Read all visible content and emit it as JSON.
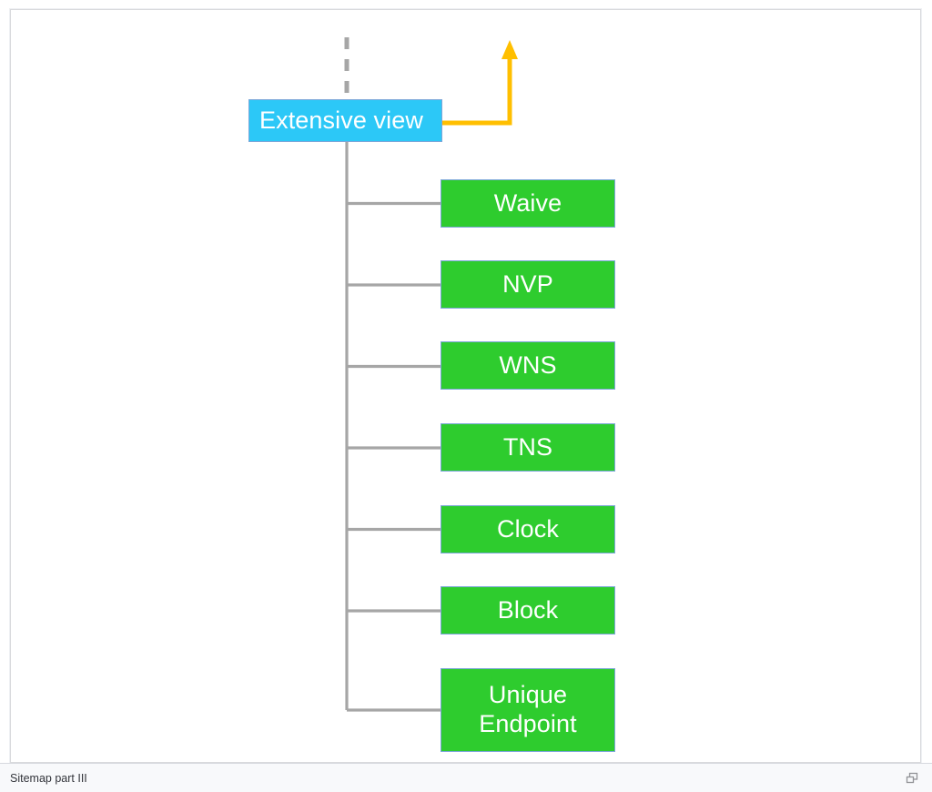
{
  "document": {
    "title": "Sitemap part III"
  },
  "status_bar": {
    "label": "Sitemap part III",
    "restore_icon": "restore-window-icon"
  },
  "diagram": {
    "type": "tree",
    "orientation": "vertical-trunk-right-branches",
    "colors": {
      "root_fill": "#2CC8F7",
      "leaf_fill": "#2ECC2E",
      "node_border": "#7CA6D8",
      "node_text": "#FFFFFF",
      "connector": "#A6A6A6",
      "dashed_connector": "#A6A6A6",
      "callout_arrow": "#FFBF00",
      "canvas": "#FFFFFF"
    },
    "root": {
      "label": "Extensive view",
      "shape": "rectangle",
      "fill": "#2CC8F7"
    },
    "incoming_dashed_line": {
      "style": "dashed",
      "color": "#A6A6A6",
      "from": "above"
    },
    "callout_arrow": {
      "color": "#FFBF00",
      "direction": "right-then-up",
      "has_arrowhead": true,
      "label": ""
    },
    "children": [
      {
        "label": "Waive",
        "fill": "#2ECC2E"
      },
      {
        "label": "NVP",
        "fill": "#2ECC2E"
      },
      {
        "label": "WNS",
        "fill": "#2ECC2E"
      },
      {
        "label": "TNS",
        "fill": "#2ECC2E"
      },
      {
        "label": "Clock",
        "fill": "#2ECC2E"
      },
      {
        "label": "Block",
        "fill": "#2ECC2E"
      },
      {
        "label": "Unique\nEndpoint",
        "fill": "#2ECC2E"
      }
    ]
  }
}
